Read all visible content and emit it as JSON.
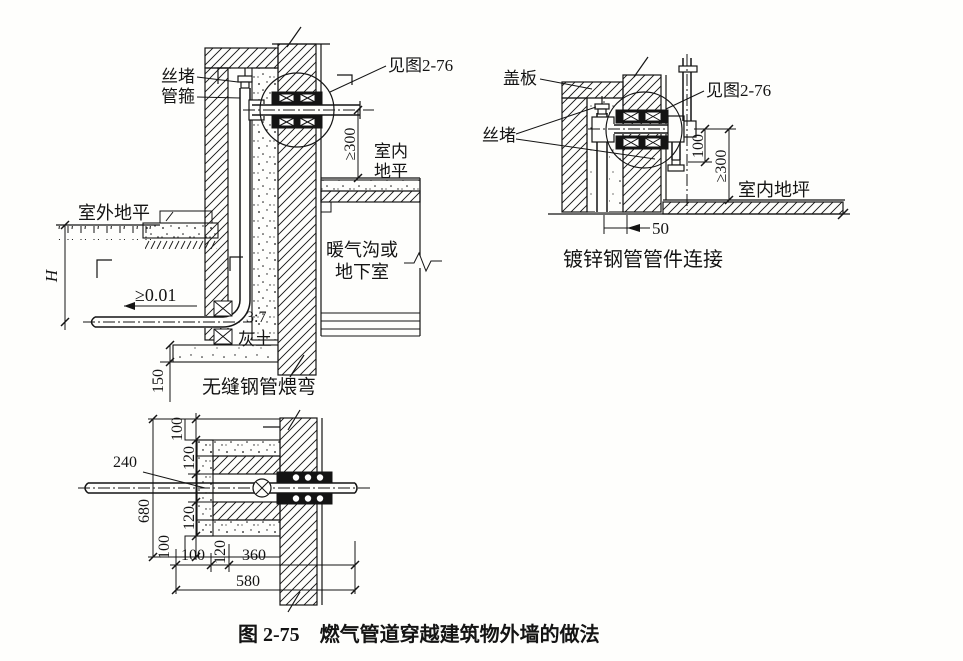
{
  "figure_caption": "图 2-75　燃气管道穿越建筑物外墙的做法",
  "elevation": {
    "plug_label": "丝堵",
    "clamp_label": "管箍",
    "see_figure": "见图2-76",
    "dim_min300": "≥300",
    "indoor_level_1": "室内",
    "indoor_level_2": "地平",
    "outdoor_level": "室外地平",
    "depth_h": "H",
    "slope": "≥0.01",
    "trench_1": "暖气沟或",
    "trench_2": "地下室",
    "lime_1": "3:7",
    "lime_2": "灰土",
    "dim_150": "150",
    "caption": "无缝钢管煨弯"
  },
  "fitting_detail": {
    "cover_label": "盖板",
    "see_figure": "见图2-76",
    "plug_label": "丝堵",
    "dim_100": "100",
    "dim_min300": "≥300",
    "indoor_level": "室内地坪",
    "dim_50": "50",
    "caption": "镀锌钢管管件连接"
  },
  "plan_detail": {
    "dim_top_100": "100",
    "dim_240": "240",
    "dim_upper_120": "120",
    "dim_680": "680",
    "dim_lower_120": "120",
    "dim_bottom_100": "100",
    "dim_x_100": "100",
    "dim_x_120": "120",
    "dim_x_360": "360",
    "dim_x_580": "580"
  }
}
